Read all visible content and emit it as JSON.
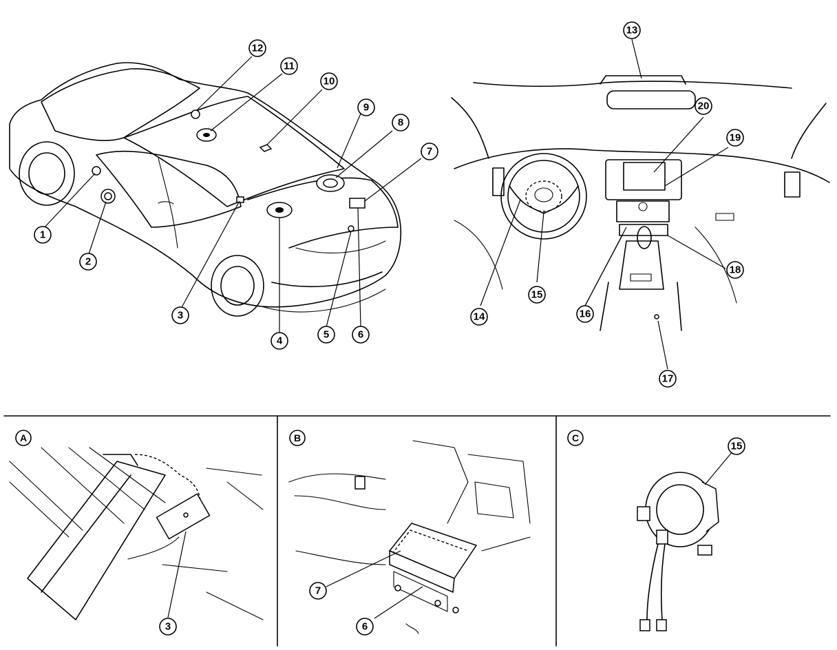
{
  "callouts": [
    "1",
    "2",
    "3",
    "4",
    "5",
    "6",
    "7",
    "8",
    "9",
    "10",
    "11",
    "12",
    "13",
    "14",
    "15",
    "16",
    "17",
    "18",
    "19",
    "20"
  ],
  "detail_panels": {
    "a": {
      "letter": "A",
      "callouts": [
        "3"
      ]
    },
    "b": {
      "letter": "B",
      "callouts": [
        "7",
        "6"
      ]
    },
    "c": {
      "letter": "C",
      "callouts": [
        "15"
      ]
    }
  },
  "icons": [
    "car-rear-view",
    "dashboard-interior",
    "sensor-bracket",
    "control-unit",
    "spiral-cable"
  ]
}
